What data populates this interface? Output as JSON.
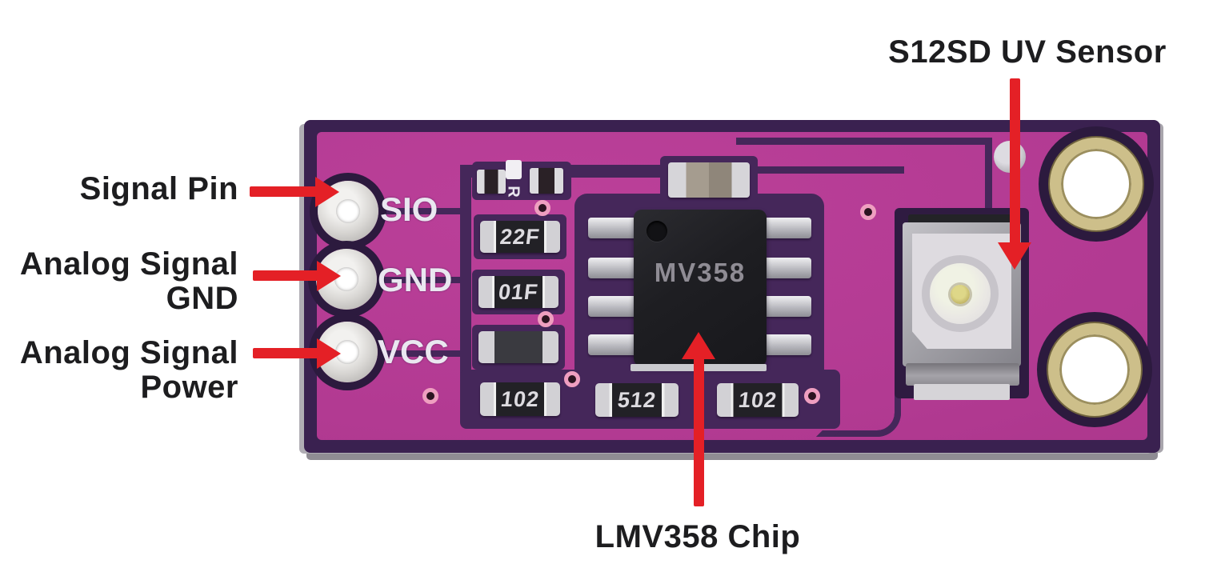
{
  "annotations": {
    "signal_pin": "Signal Pin",
    "analog_signal_gnd_line1": "Analog Signal",
    "analog_signal_gnd_line2": "GND",
    "analog_signal_power_line1": "Analog Signal",
    "analog_signal_power_line2": "Power",
    "uv_sensor": "S12SD UV Sensor",
    "chip": "LMV358 Chip"
  },
  "board": {
    "pin_labels": [
      {
        "label": "SIO"
      },
      {
        "label": "GND"
      },
      {
        "label": "VCC"
      }
    ],
    "chip_marking": "MV358",
    "silkscreen_r": "R",
    "smd_markings": [
      {
        "label": "22F"
      },
      {
        "label": "01F"
      },
      {
        "label": ""
      },
      {
        "label": "102"
      },
      {
        "label": "512"
      },
      {
        "label": "102"
      }
    ]
  },
  "colors": {
    "annotation_arrow": "#e42026",
    "pcb_magenta": "#b23a92",
    "pcb_dark_purple": "#3a2150",
    "silkscreen": "#eae7f0",
    "gold_ring": "#cdbf8a",
    "chip_body": "#1f1f23"
  }
}
